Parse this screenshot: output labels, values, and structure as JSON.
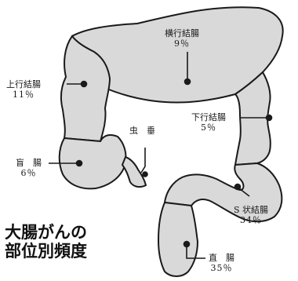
{
  "title": {
    "line1": "大腸がんの",
    "line2": "部位別頻度"
  },
  "regions": {
    "transverse": {
      "name": "横行結腸",
      "pct": "9％"
    },
    "ascending": {
      "name": "上行結腸",
      "pct": "11％"
    },
    "descending": {
      "name": "下行結腸",
      "pct": "5％"
    },
    "appendix": {
      "name": "虫　垂"
    },
    "cecum": {
      "name": "盲　腸",
      "pct": "6％"
    },
    "sigmoid": {
      "name": "S 状結腸",
      "pct": "34％"
    },
    "rectum": {
      "name": "直　腸",
      "pct": "35％"
    }
  },
  "chart_data": {
    "type": "pie",
    "title": "大腸がんの部位別頻度",
    "categories": [
      "横行結腸",
      "上行結腸",
      "下行結腸",
      "盲腸",
      "S状結腸",
      "直腸"
    ],
    "values": [
      9,
      11,
      5,
      6,
      34,
      35
    ],
    "unit": "%"
  },
  "colors": {
    "organ_fill": "#d9d9d9",
    "organ_stroke": "#1a1a1a",
    "text": "#1a1a1a"
  }
}
